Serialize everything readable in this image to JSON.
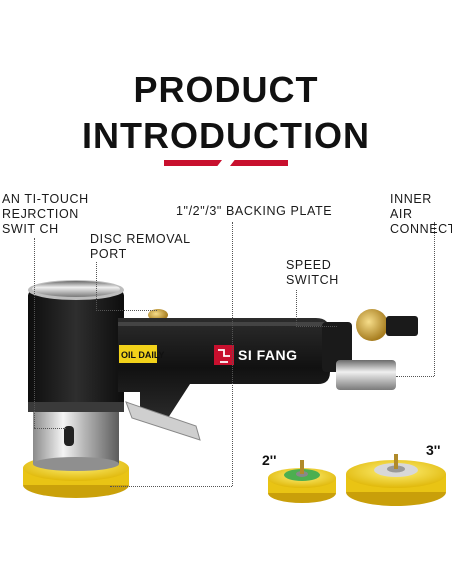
{
  "title": {
    "line1": "PRODUCT",
    "line2": "INTRODUCTION"
  },
  "colors": {
    "accent": "#c8102e",
    "body_black": "#1b1b1b",
    "pad_yellow": "#f2d21a",
    "pad_green": "#4caf50"
  },
  "labels": {
    "anti_touch": "AN TI-TOUCH\nREJRCTION\nSWIT CH",
    "disc_removal": "DISC REMOVAL\nPORT",
    "backing_plate": "1\"/2\"/3\" BACKING PLATE",
    "inner_air": "INNER AIR\nCONNECT",
    "speed_switch": "SPEED\nSWITCH"
  },
  "product": {
    "brand": "SI FANG",
    "sticker": "OIL DAILY"
  },
  "pads": [
    {
      "size": "2''"
    },
    {
      "size": "3''"
    }
  ]
}
